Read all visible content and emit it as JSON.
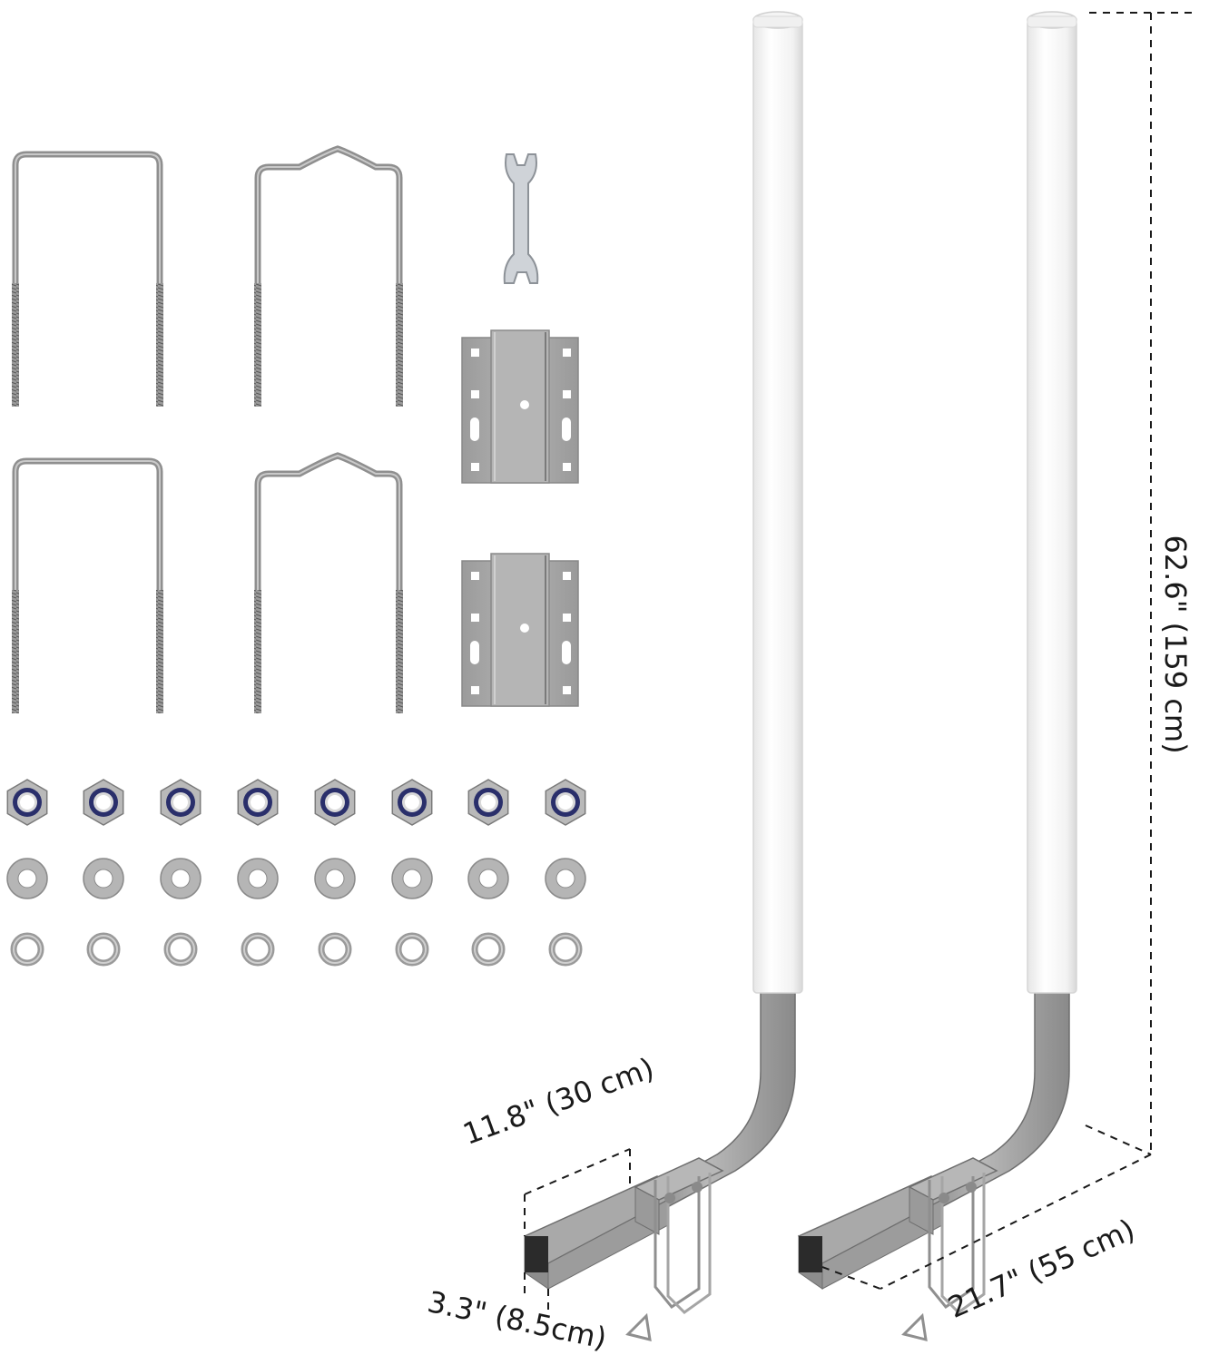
{
  "dimensions": {
    "height_label": "62.6\" (159 cm)",
    "width_label": "11.8\" (30 cm)",
    "tube_label": "3.3\" (8.5cm)",
    "depth_label": "21.7\" (55 cm)"
  },
  "colors": {
    "steel": "#9a9a9a",
    "steel_dark": "#6e6e6e",
    "pvc_white": "#f7f7f7",
    "plate_gray": "#a6a6a6",
    "nut_blue": "#2a2f6b",
    "dash": "#1a1a1a"
  },
  "icons": [
    "u-bolt-icon",
    "v-bolt-icon",
    "wrench-icon",
    "mounting-plate-icon",
    "lock-nut-icon",
    "washer-icon",
    "spring-washer-icon",
    "guide-post-icon"
  ]
}
